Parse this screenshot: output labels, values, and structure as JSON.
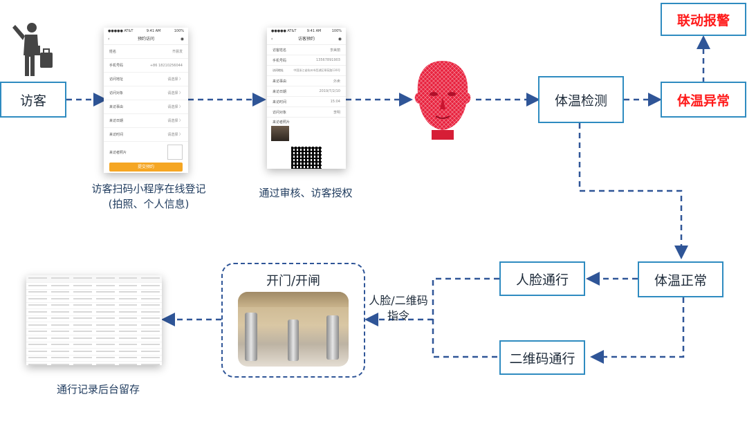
{
  "nodes": {
    "visitor": "访客",
    "temp_check": "体温检测",
    "temp_abnormal": "体温异常",
    "linked_alarm": "联动报警",
    "temp_normal": "体温正常",
    "face_pass": "人脸通行",
    "qr_pass": "二维码通行",
    "gate": "开门/开闸"
  },
  "captions": {
    "register_line1": "访客扫码小程序在线登记",
    "register_line2": "(拍照、个人信息)",
    "approve": "通过审核、访客授权",
    "command_line1": "人脸/二维码",
    "command_line2": "指令",
    "records": "通行记录后台留存"
  },
  "colors": {
    "box_border": "#2e8bc0",
    "arrow": "#2f5597",
    "alarm_text": "#ff1a1a",
    "caption": "#1f3b5e",
    "form_button": "#f5a623",
    "face_mesh": "#e8233f"
  },
  "icons": {
    "visitor": "traveler-with-luggage-icon",
    "face": "face-mesh-icon"
  },
  "form_screen": {
    "title": "预约访问",
    "status_left": "●●●●● AT&T",
    "status_mid": "9:41 AM",
    "status_right": "100%",
    "rows": [
      {
        "label": "姓名",
        "value": "齐晨发"
      },
      {
        "label": "手机号码",
        "value": "+86 18210256044"
      },
      {
        "label": "访问地址",
        "value": "请选择 〉"
      },
      {
        "label": "访问对象",
        "value": "请选择 〉"
      },
      {
        "label": "来访事由",
        "value": "请选择 〉"
      },
      {
        "label": "来访日期",
        "value": "请选择 〉"
      },
      {
        "label": "来访时间",
        "value": "请选择 〉"
      },
      {
        "label": "来访者照片",
        "value": ""
      }
    ],
    "button": "提交预约"
  },
  "approve_screen": {
    "title": "访客预约",
    "status_left": "●●●●● AT&T",
    "status_mid": "9:41 AM",
    "status_right": "100%",
    "rows": [
      {
        "label": "访客姓名",
        "value": "李美丽"
      },
      {
        "label": "手机号码",
        "value": "13567891903"
      },
      {
        "label": "访问地址",
        "value": "中国浙江省杭州市西湖区翠苑路136号"
      },
      {
        "label": "来访事由",
        "value": "外卖"
      },
      {
        "label": "来访日期",
        "value": "2019/7/2/10"
      },
      {
        "label": "来访时间",
        "value": "15:04"
      },
      {
        "label": "访问对象",
        "value": "李明"
      },
      {
        "label": "来访者照片",
        "value": ""
      }
    ]
  }
}
